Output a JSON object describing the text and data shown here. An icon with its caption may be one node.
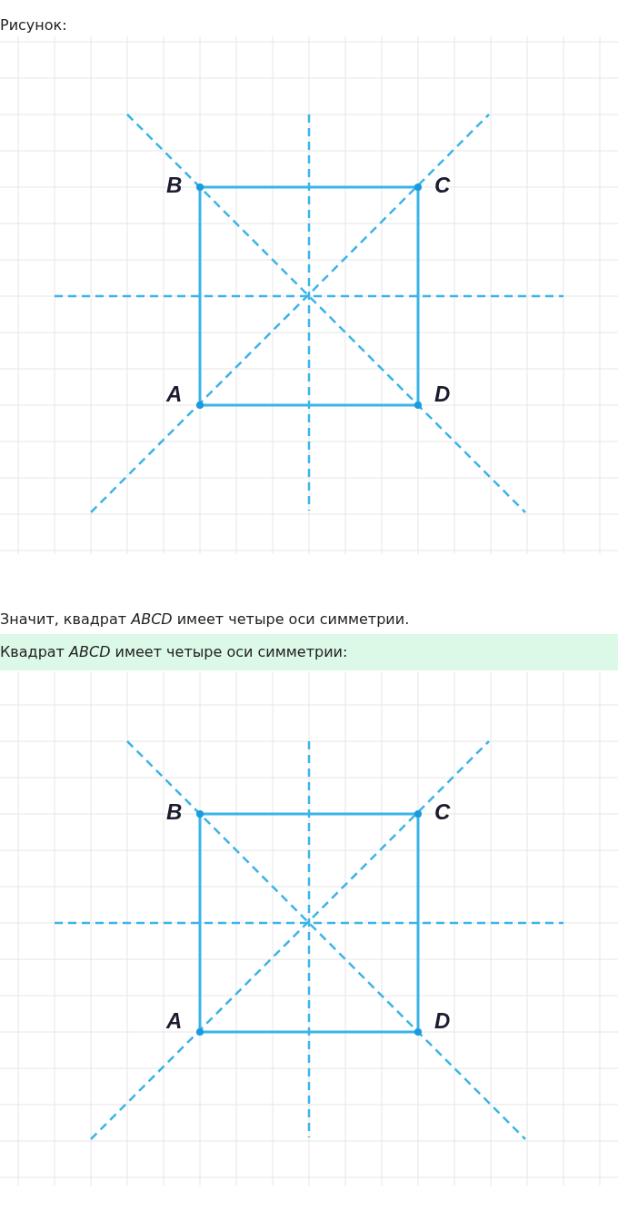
{
  "diagram": {
    "labels": [
      "Рисунок:",
      "B",
      "C",
      "A",
      "D",
      "Значит, квадрат *ABCD* имеет четыре оси симметрии.",
      "Квадрат *ABCD* имеет четыре оси симметрии:",
      "B",
      "C",
      "A",
      "D"
    ]
  }
}
